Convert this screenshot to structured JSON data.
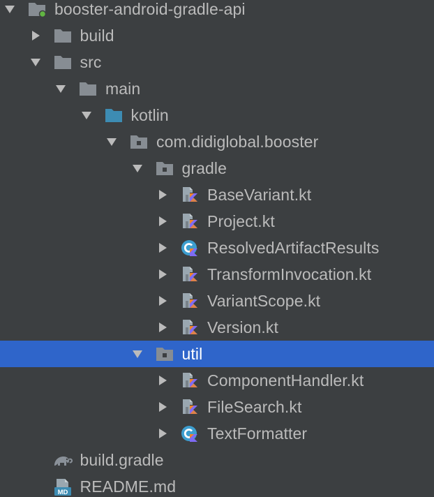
{
  "project_tree": {
    "items": [
      {
        "label": "booster-android-gradle-api",
        "depth": 0,
        "type": "module-folder",
        "expanded": true,
        "icon": "module-folder-icon",
        "selected": false
      },
      {
        "label": "build",
        "depth": 1,
        "type": "folder",
        "expanded": false,
        "icon": "folder-icon",
        "selected": false
      },
      {
        "label": "src",
        "depth": 1,
        "type": "folder",
        "expanded": true,
        "icon": "folder-icon",
        "selected": false
      },
      {
        "label": "main",
        "depth": 2,
        "type": "folder",
        "expanded": true,
        "icon": "folder-icon",
        "selected": false
      },
      {
        "label": "kotlin",
        "depth": 3,
        "type": "source-folder",
        "expanded": true,
        "icon": "source-folder-icon",
        "selected": false
      },
      {
        "label": "com.didiglobal.booster",
        "depth": 4,
        "type": "package",
        "expanded": true,
        "icon": "package-icon",
        "selected": false
      },
      {
        "label": "gradle",
        "depth": 5,
        "type": "package",
        "expanded": true,
        "icon": "package-icon",
        "selected": false
      },
      {
        "label": "BaseVariant.kt",
        "depth": 6,
        "type": "kotlin-file",
        "expanded": false,
        "icon": "kotlin-file-icon",
        "selected": false
      },
      {
        "label": "Project.kt",
        "depth": 6,
        "type": "kotlin-file",
        "expanded": false,
        "icon": "kotlin-file-icon",
        "selected": false
      },
      {
        "label": "ResolvedArtifactResults",
        "depth": 6,
        "type": "kotlin-class",
        "expanded": false,
        "icon": "kotlin-class-icon",
        "selected": false
      },
      {
        "label": "TransformInvocation.kt",
        "depth": 6,
        "type": "kotlin-file",
        "expanded": false,
        "icon": "kotlin-file-icon",
        "selected": false
      },
      {
        "label": "VariantScope.kt",
        "depth": 6,
        "type": "kotlin-file",
        "expanded": false,
        "icon": "kotlin-file-icon",
        "selected": false
      },
      {
        "label": "Version.kt",
        "depth": 6,
        "type": "kotlin-file",
        "expanded": false,
        "icon": "kotlin-file-icon",
        "selected": false
      },
      {
        "label": "util",
        "depth": 5,
        "type": "package",
        "expanded": true,
        "icon": "package-icon",
        "selected": true
      },
      {
        "label": "ComponentHandler.kt",
        "depth": 6,
        "type": "kotlin-file",
        "expanded": false,
        "icon": "kotlin-file-icon",
        "selected": false
      },
      {
        "label": "FileSearch.kt",
        "depth": 6,
        "type": "kotlin-file",
        "expanded": false,
        "icon": "kotlin-file-icon",
        "selected": false
      },
      {
        "label": "TextFormatter",
        "depth": 6,
        "type": "kotlin-class",
        "expanded": false,
        "icon": "kotlin-class-icon",
        "selected": false
      },
      {
        "label": "build.gradle",
        "depth": 1,
        "type": "gradle-file",
        "expanded": null,
        "icon": "gradle-elephant-icon",
        "selected": false
      },
      {
        "label": "README.md",
        "depth": 1,
        "type": "markdown-file",
        "expanded": null,
        "icon": "markdown-file-icon",
        "selected": false
      }
    ]
  },
  "colors": {
    "background": "#3c3f41",
    "selection": "#2f65ca",
    "text": "#bbbbbb",
    "selected_text": "#ffffff",
    "folder": "#878d93",
    "source_folder": "#3d8cb3",
    "kotlin_orange": "#f0862a",
    "kotlin_purple": "#7f6bf4",
    "class_blue": "#3d9ecf",
    "module_dot": "#62b543"
  }
}
